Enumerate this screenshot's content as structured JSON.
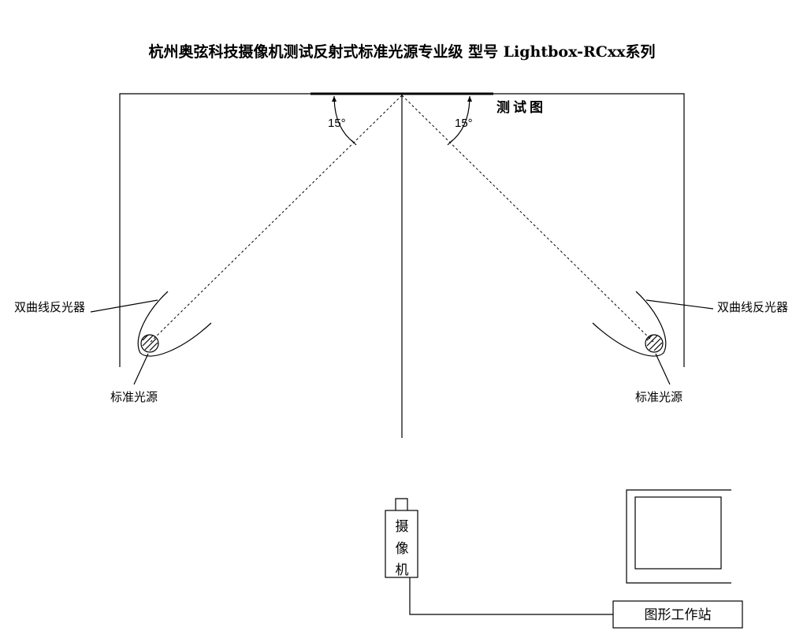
{
  "title": "杭州奥弦科技摄像机测试反射式标准光源专业级  型号 Lightbox-RCxx系列",
  "test_chart_label": "测试图",
  "angle_left": "15°",
  "angle_right": "15°",
  "left_reflector_label": "双曲线反光器",
  "right_reflector_label": "双曲线反光器",
  "left_source_label": "标准光源",
  "right_source_label": "标准光源",
  "camera": {
    "chars": [
      "摄",
      "像",
      "机"
    ]
  },
  "workstation_label": "图形工作站",
  "icons": [
    "reflector-icon",
    "light-source-icon",
    "camera-icon",
    "monitor-icon"
  ]
}
